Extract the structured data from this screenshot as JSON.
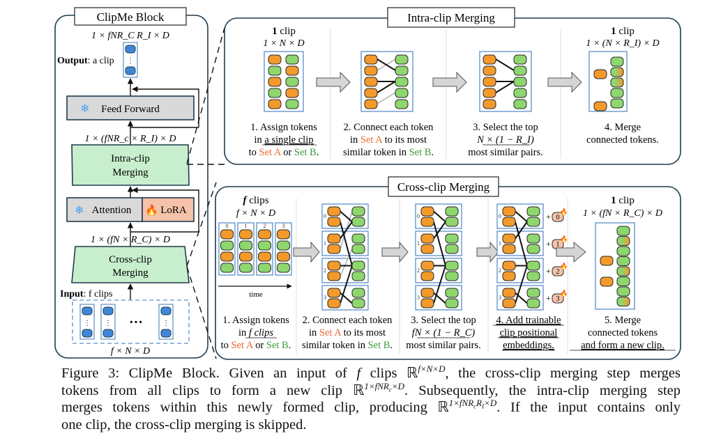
{
  "figure": {
    "block": {
      "title": "ClipMe Block",
      "output_dim": "1 × fNR_C R_I × D",
      "output_label_bold": "Output",
      "output_label_rest": ": a clip",
      "feed_forward": "Feed Forward",
      "intra_dim": "1 × (fNR_c × R_I) × D",
      "intra_label": [
        "Intra-clip",
        "Merging"
      ],
      "attention": "Attention",
      "lora": "LoRA",
      "cross_dim": "1 × (fN × R_C) × D",
      "cross_label": [
        "Cross-clip",
        "Merging"
      ],
      "input_label_bold": "Input",
      "input_label_rest": ": f clips",
      "input_dim": "f × N × D",
      "ellipsis": "···"
    },
    "intra": {
      "title": "Intra-clip Merging",
      "step1": {
        "header_bold": "1",
        "header_rest": " clip",
        "dim": "1 × N × D",
        "text": [
          "1. Assign tokens",
          "in ",
          "a single clip",
          "to ",
          "Set A",
          " or ",
          "Set B",
          "."
        ]
      },
      "step2": {
        "text": [
          "2. Connect each token",
          "in ",
          "Set A",
          " to its most",
          "similar token in ",
          "Set B",
          "."
        ]
      },
      "step3": {
        "text": [
          "3. Select the top",
          "N × (1 − R_I)",
          "most similar pairs."
        ]
      },
      "step4": {
        "header_bold": "1",
        "header_rest": " clip",
        "dim": "1 × (N × R_I) × D",
        "text": [
          "4. Merge",
          "connected tokens."
        ]
      }
    },
    "cross": {
      "title": "Cross-clip Merging",
      "step1": {
        "header_bold": "f",
        "header_rest": " clips",
        "dim": "f × N × D",
        "clip_indices": [
          "0",
          "1",
          "2",
          "3"
        ],
        "time_label": "time",
        "text": [
          "1. Assign tokens",
          "in ",
          "f clips",
          "to ",
          "Set A",
          " or ",
          "Set B",
          "."
        ]
      },
      "step2": {
        "text": [
          "2. Connect each token",
          "in ",
          "Set A",
          " to its most",
          "similar token in ",
          "Set B",
          "."
        ]
      },
      "step3": {
        "text": [
          "3. Select the top",
          "fN × (1 − R_C)",
          "most similar pairs."
        ]
      },
      "step4": {
        "pos_embeddings": [
          "0",
          "1",
          "2",
          "3"
        ],
        "plus": "+",
        "text": [
          "4. Add trainable",
          "clip positional",
          "embeddings."
        ]
      },
      "step5": {
        "header_bold": "1",
        "header_rest": " clip",
        "dim": "1 × (fN × R_C) × D",
        "text": [
          "5. Merge",
          "connected tokens",
          "and form a new clip."
        ]
      }
    },
    "colors": {
      "set_a": "#f39a2b",
      "set_b": "#8ed66e",
      "set_a_text": "#f0662e",
      "set_b_text": "#3d9a3a",
      "merge_block": "#c8efcd",
      "gray_block": "#d9d9d9",
      "lora_block": "#f6c2aa",
      "frame_stroke": "#1f3b4d",
      "clip_box": "#5b8ec9",
      "snowflake": "#4aa3f0",
      "input_token": "#3f86d6"
    }
  },
  "caption": {
    "line1": [
      "Figure 3: ClipMe Block.  Given an input of ",
      "f",
      " clips ℝ",
      "f×N×D",
      ", the cross-clip merging step merges"
    ],
    "line2": [
      "tokens from all clips to form a new clip ℝ",
      "1×fNR",
      "c",
      "×D",
      ".  Subsequently, the intra-clip merging step"
    ],
    "line3": [
      "merges tokens within this newly formed clip, producing ℝ",
      "1×fNR",
      "c",
      "R",
      "I",
      "×D",
      ". If the input contains only"
    ],
    "line4": [
      "one clip, the cross-clip merging is skipped."
    ]
  }
}
